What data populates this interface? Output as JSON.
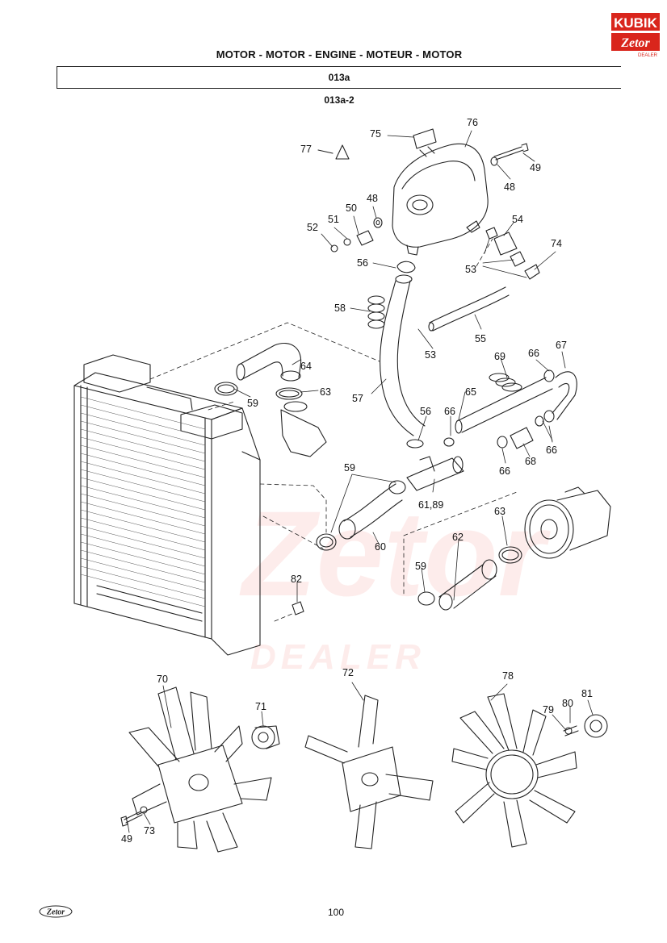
{
  "header": {
    "title": "MOTOR - MOTOR - ENGINE - MOTEUR - MOTOR",
    "section": "013a",
    "figure": "013a-2"
  },
  "footer": {
    "page": "100"
  },
  "logo": {
    "brand_top": "KUBIK",
    "brand_script": "Zetor",
    "brand_sub": "DEALER",
    "footer_script": "Zetor"
  },
  "watermark": {
    "main": "Zetor",
    "sub": "DEALER"
  },
  "colors": {
    "brand_red": "#d9251c",
    "line": "#222222",
    "watermark": "#ef6b63"
  },
  "callouts": [
    {
      "id": "c75",
      "label": "75"
    },
    {
      "id": "c76",
      "label": "76"
    },
    {
      "id": "c77",
      "label": "77"
    },
    {
      "id": "c49a",
      "label": "49"
    },
    {
      "id": "c48a",
      "label": "48"
    },
    {
      "id": "c48b",
      "label": "48"
    },
    {
      "id": "c50",
      "label": "50"
    },
    {
      "id": "c51",
      "label": "51"
    },
    {
      "id": "c52",
      "label": "52"
    },
    {
      "id": "c54",
      "label": "54"
    },
    {
      "id": "c74",
      "label": "74"
    },
    {
      "id": "c53a",
      "label": "53"
    },
    {
      "id": "c56a",
      "label": "56"
    },
    {
      "id": "c58",
      "label": "58"
    },
    {
      "id": "c55",
      "label": "55"
    },
    {
      "id": "c53b",
      "label": "53"
    },
    {
      "id": "c69",
      "label": "69"
    },
    {
      "id": "c66a",
      "label": "66"
    },
    {
      "id": "c67",
      "label": "67"
    },
    {
      "id": "c64",
      "label": "64"
    },
    {
      "id": "c63a",
      "label": "63"
    },
    {
      "id": "c59a",
      "label": "59"
    },
    {
      "id": "c57",
      "label": "57"
    },
    {
      "id": "c65",
      "label": "65"
    },
    {
      "id": "c56b",
      "label": "56"
    },
    {
      "id": "c66b",
      "label": "66"
    },
    {
      "id": "c66c",
      "label": "66"
    },
    {
      "id": "c66d",
      "label": "66"
    },
    {
      "id": "c68",
      "label": "68"
    },
    {
      "id": "c59b",
      "label": "59"
    },
    {
      "id": "c6189",
      "label": "61,89"
    },
    {
      "id": "c60",
      "label": "60"
    },
    {
      "id": "c63b",
      "label": "63"
    },
    {
      "id": "c62",
      "label": "62"
    },
    {
      "id": "c59c",
      "label": "59"
    },
    {
      "id": "c82",
      "label": "82"
    },
    {
      "id": "c70",
      "label": "70"
    },
    {
      "id": "c71",
      "label": "71"
    },
    {
      "id": "c72",
      "label": "72"
    },
    {
      "id": "c78",
      "label": "78"
    },
    {
      "id": "c79",
      "label": "79"
    },
    {
      "id": "c80",
      "label": "80"
    },
    {
      "id": "c81",
      "label": "81"
    },
    {
      "id": "c49b",
      "label": "49"
    },
    {
      "id": "c73",
      "label": "73"
    }
  ]
}
